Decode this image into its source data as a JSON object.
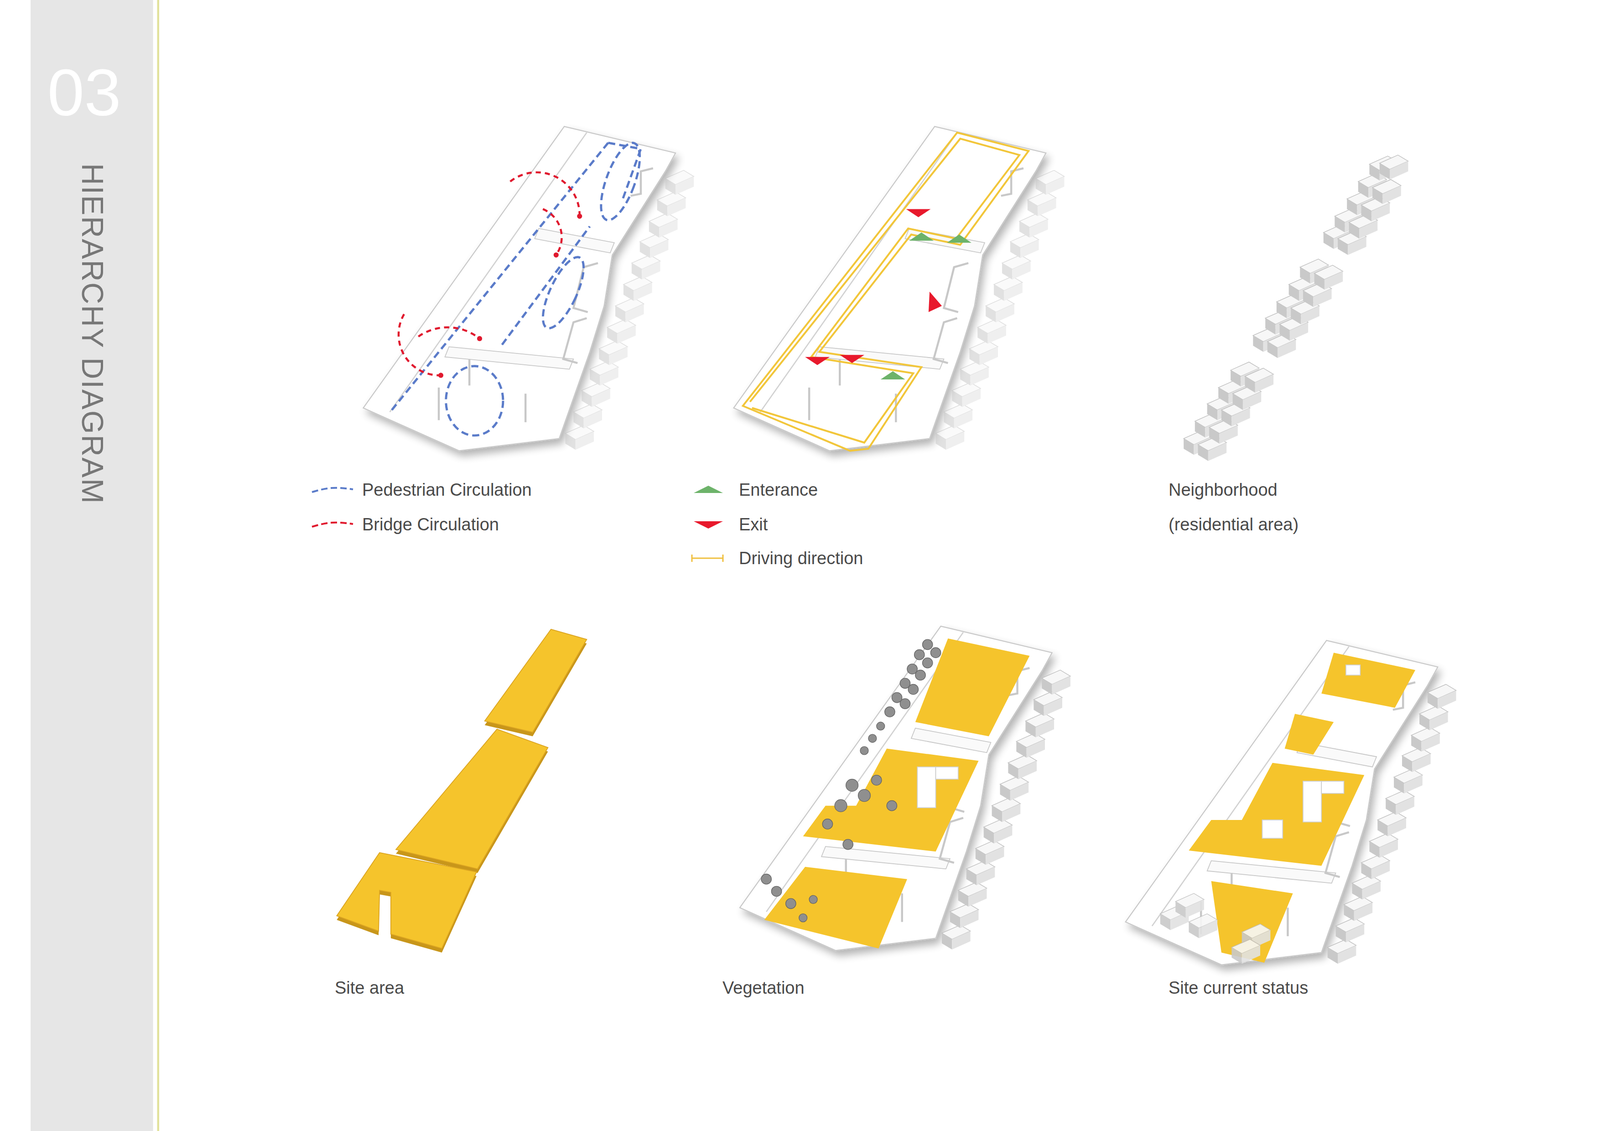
{
  "diagram": {
    "title": "HIERARCHY DIAGRAM",
    "labels": [
      "03",
      "Neighborhood",
      "(residential area)",
      "Site area",
      "Vegetation",
      "Site current status"
    ],
    "legend": [
      {
        "text": "Pedestrian Circulation"
      },
      {
        "text": "Bridge Circulation"
      },
      {
        "text": "Enterance",
        "color": "#6db36a"
      },
      {
        "text": "Exit",
        "color": "#e8192c"
      },
      {
        "text": "Driving direction"
      }
    ]
  }
}
